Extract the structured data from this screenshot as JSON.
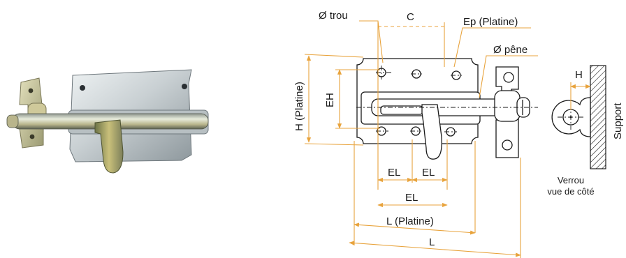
{
  "labels": {
    "hole_diameter": "Ø trou",
    "c": "C",
    "plate_thickness": "Ep (Platine)",
    "bolt_diameter": "Ø pêne",
    "plate_height": "H (Platine)",
    "eh": "EH",
    "el_left": "EL",
    "el_right": "EL",
    "el_total": "EL",
    "plate_length": "L (Platine)",
    "total_length": "L",
    "h": "H",
    "support": "Support",
    "side_view_line1": "Verrou",
    "side_view_line2": "vue de côté"
  },
  "colors": {
    "dimension": "#e8a33c",
    "outline": "#1a1a1a",
    "metal_light": "#dde3e6",
    "metal_mid": "#a9b3b8",
    "metal_dark": "#5e676c",
    "brass": "#c7bc72"
  }
}
